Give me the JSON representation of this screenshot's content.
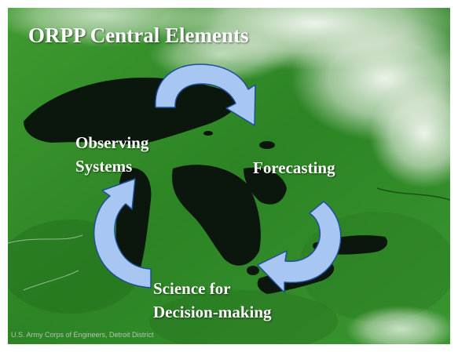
{
  "title": "ORPP Central Elements",
  "cycle": {
    "observing_line1": "Observing",
    "observing_line2": "Systems",
    "forecasting": "Forecasting",
    "science_line1": "Science for",
    "science_line2": "Decision-making"
  },
  "credit": "U.S. Army Corps of Engineers, Detroit District",
  "colors": {
    "land": "#2f8a25",
    "water": "#0b160c",
    "clouds": "#f2f5f0",
    "arrow_fill": "#a7c6f2",
    "arrow_stroke": "#1f4f9a",
    "text": "#ffffff"
  },
  "icons": [
    "circular-arrow-icon"
  ]
}
